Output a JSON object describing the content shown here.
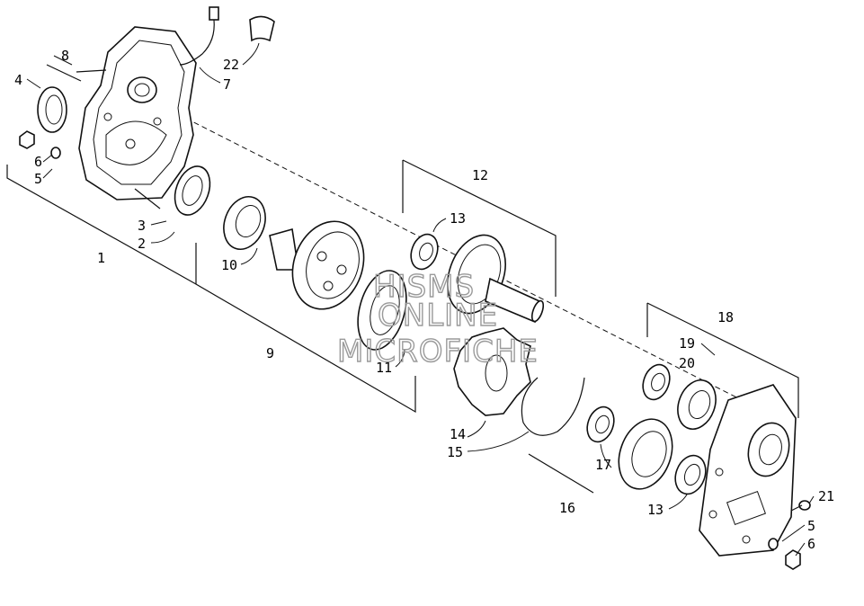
{
  "watermark": {
    "line1": "HISMS",
    "line2": "ONLINE",
    "line3": "MICROFICHE"
  },
  "callouts": {
    "c1": "1",
    "c2": "2",
    "c3": "3",
    "c4": "4",
    "c5a": "5",
    "c5b": "5",
    "c6a": "6",
    "c6b": "6",
    "c7": "7",
    "c8": "8",
    "c9": "9",
    "c10": "10",
    "c11": "11",
    "c12": "12",
    "c13a": "13",
    "c13b": "13",
    "c14": "14",
    "c15": "15",
    "c16": "16",
    "c17": "17",
    "c18": "18",
    "c19": "19",
    "c20": "20",
    "c21": "21",
    "c22": "22"
  }
}
